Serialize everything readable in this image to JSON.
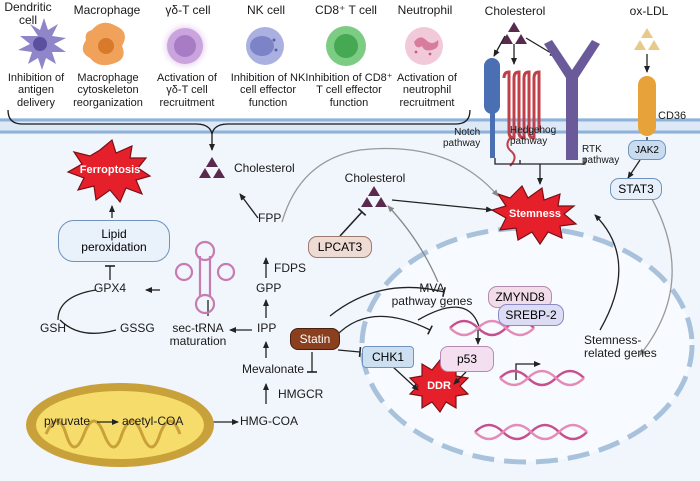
{
  "cells": [
    {
      "name": "Dendritic cell",
      "effect": "Inhibition of antigen delivery"
    },
    {
      "name": "Macrophage",
      "effect": "Macrophage cytoskeleton reorganization"
    },
    {
      "name": "γδ-T cell",
      "effect": "Activation of γδ-T cell recruitment"
    },
    {
      "name": "NK cell",
      "effect": "Inhibition of NK cell effector function"
    },
    {
      "name": "CD8⁺ T cell",
      "effect": "Inhibition of CD8⁺ T cell effector function"
    },
    {
      "name": "Neutrophil",
      "effect": "Activation of neutrophil recruitment"
    }
  ],
  "labels": {
    "cell_dendritic": "Dendritic\ncell",
    "cell_macrophage": "Macrophage",
    "cell_gdt": "γδ-T cell",
    "cell_nk": "NK cell",
    "cell_cd8": "CD8⁺ T cell",
    "cell_neutrophil": "Neutrophil",
    "eff_dendritic": "Inhibition of\nantigen\ndelivery",
    "eff_macrophage": "Macrophage\ncytoskeleton\nreorganization",
    "eff_gdt": "Activation of\nγδ-T cell\nrecruitment",
    "eff_nk": "Inhibition of NK\ncell effector\nfunction",
    "eff_cd8": "Inhibition of CD8⁺\nT cell effector\nfunction",
    "eff_neutrophil": "Activation of\nneutrophil\nrecruitment",
    "cholesterol_top": "Cholesterol",
    "ox_ldl": "ox-LDL",
    "notch": "Notch\npathway",
    "hedgehog": "Hedgehog\npathway",
    "rtk": "RTK\npathway",
    "cd36": "CD36",
    "jak2": "JAK2",
    "stat3": "STAT3",
    "ferroptosis": "Ferroptosis",
    "cholesterol_left": "Cholesterol",
    "cholesterol_mid": "Cholesterol",
    "stemness": "Stemness",
    "lipid_perox": "Lipid\nperoxidation",
    "gpx4": "GPX4",
    "gsh": "GSH",
    "gssg": "GSSG",
    "sec_trna": "sec-tRNA\nmaturation",
    "fpp": "FPP",
    "fdps": "FDPS",
    "gpp": "GPP",
    "ipp": "IPP",
    "lpcat3": "LPCAT3",
    "mva_genes": "MVA\npathway genes",
    "zmynd8": "ZMYND8",
    "srebp2": "SREBP-2",
    "statin": "Statin",
    "chk1": "CHK1",
    "p53": "p53",
    "stem_genes": "Stemness-\nrelated genes",
    "mevalonate": "Mevalonate",
    "hmgcr": "HMGCR",
    "ddr": "DDR",
    "pyruvate": "pyruvate",
    "acetyl_coa": "acetyl-COA",
    "hmg_coa": "HMG-COA"
  },
  "colors": {
    "dendritic": "#8f86c9",
    "macrophage": "#f0a15a",
    "gdt": "#b68bd0",
    "nk": "#8f95d2",
    "cd8": "#66c172",
    "neutrophil": "#e9a6bd",
    "membrane": "#8fb2d9",
    "cell_fill": "#eef4fb",
    "nucleus_dash": "#a9c2dc",
    "burst_red": "#e5202b",
    "burst_border": "#7a1016",
    "cholesterol": "#5a2a4e",
    "oxldl": "#e8c98a",
    "notch": "#4a6fb2",
    "hedgehog": "#c0404a",
    "rtk": "#6a5a9a",
    "cd36": "#e8a23a",
    "jak2_fill": "#c9dcef",
    "stat3_fill": "#e7f0fa",
    "lpcat3_fill": "#eedbd3",
    "statin_fill": "#8a3f1f",
    "chk1_fill": "#cde0f2",
    "p53_fill": "#f3dff0",
    "zmynd8_fill": "#f2dcea",
    "srebp2_fill": "#dcdcf4",
    "mito_outer": "#c9a13a",
    "mito_inner": "#f6dc6a",
    "dna_a": "#c74f8e",
    "dna_b": "#e48bb8",
    "trna": "#c77bb0"
  }
}
